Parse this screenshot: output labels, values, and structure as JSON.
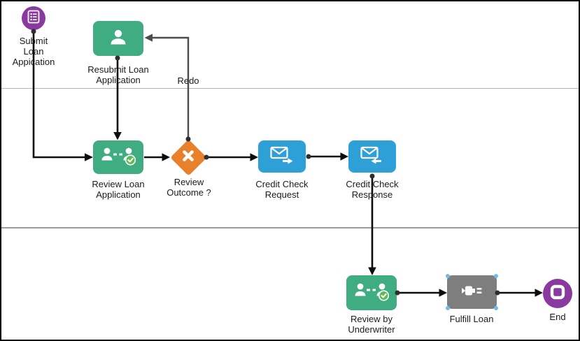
{
  "diagram": {
    "nodes": [
      {
        "id": "submit",
        "type": "start-event",
        "label": "Submit Loan Appication",
        "icon": "form-icon",
        "color": "#8A3A9E"
      },
      {
        "id": "resubmit",
        "type": "user-task",
        "label": "Resubmit Loan Application",
        "icon": "user-icon",
        "color": "#3FAC81"
      },
      {
        "id": "review",
        "type": "user-task",
        "label": "Review Loan Application",
        "icon": "users-check-icon",
        "color": "#3FAC81"
      },
      {
        "id": "gateway",
        "type": "exclusive-gateway",
        "label": "Review Outcome ?",
        "icon": "x-icon",
        "color": "#E8802C"
      },
      {
        "id": "credit-request",
        "type": "send-message-task",
        "label": "Credit Check Request",
        "icon": "envelope-send-icon",
        "color": "#2F9FD8"
      },
      {
        "id": "credit-response",
        "type": "receive-message-task",
        "label": "Credit Check Response",
        "icon": "envelope-receive-icon",
        "color": "#2F9FD8"
      },
      {
        "id": "underwriter",
        "type": "user-task",
        "label": "Review by Underwriter",
        "icon": "users-check-icon",
        "color": "#3FAC81"
      },
      {
        "id": "fulfill",
        "type": "service-task",
        "label": "Fulfill Loan",
        "icon": "plug-icon",
        "color": "#7E7E7E",
        "selected": true
      },
      {
        "id": "end",
        "type": "end-event",
        "label": "End",
        "icon": "stop-icon",
        "color": "#8A3A9E"
      }
    ],
    "edges": [
      {
        "from": "submit",
        "to": "review",
        "label": ""
      },
      {
        "from": "resubmit",
        "to": "review",
        "label": ""
      },
      {
        "from": "review",
        "to": "gateway",
        "label": ""
      },
      {
        "from": "gateway",
        "to": "credit-request",
        "label": ""
      },
      {
        "from": "credit-request",
        "to": "credit-response",
        "label": ""
      },
      {
        "from": "credit-response",
        "to": "underwriter",
        "label": ""
      },
      {
        "from": "underwriter",
        "to": "fulfill",
        "label": ""
      },
      {
        "from": "fulfill",
        "to": "end",
        "label": ""
      },
      {
        "from": "gateway",
        "to": "resubmit",
        "label": "Redo"
      }
    ],
    "colors": {
      "flow_edge": "#0D0D0D",
      "redo_edge": "#4D4D4D",
      "lane_divider": "#A8A8A8",
      "check_badge": "#5EBA55",
      "selection_handle": "#6CBDE9",
      "canvas_border": "#000000"
    }
  }
}
